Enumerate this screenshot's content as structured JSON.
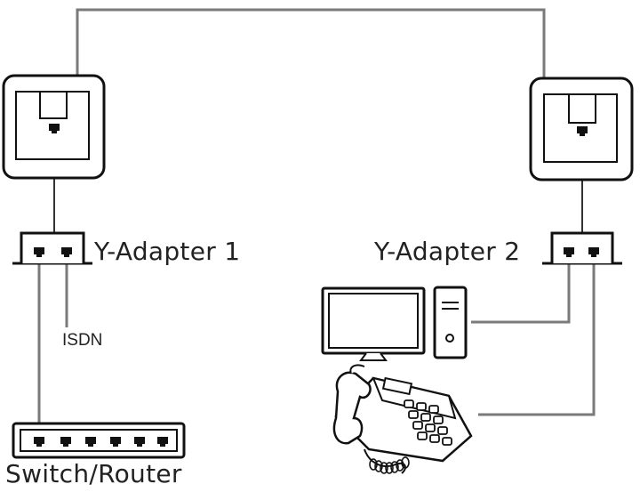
{
  "labels": {
    "adapter1": "Y-Adapter 1",
    "adapter2": "Y-Adapter 2",
    "isdn": "ISDN",
    "switch": "Switch/Router"
  },
  "colors": {
    "cable": "#7a7a7a",
    "device": "#111111",
    "background": "#ffffff"
  },
  "icons": [
    "wall-socket-icon",
    "y-adapter-icon",
    "network-switch-icon",
    "desktop-computer-icon",
    "telephone-icon"
  ]
}
